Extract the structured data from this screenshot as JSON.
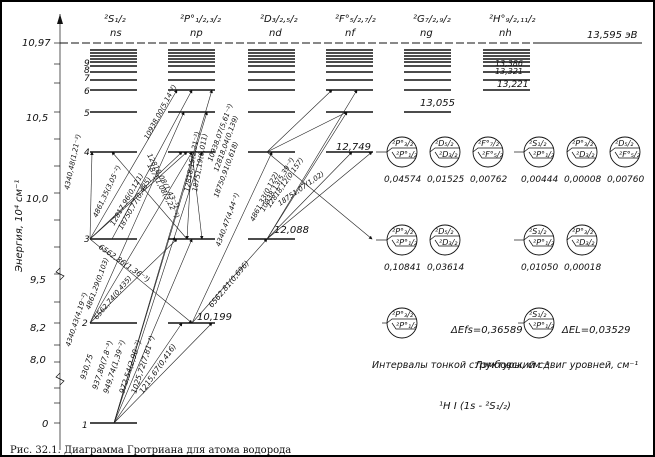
{
  "diagram": {
    "caption": "Рис. 32.1. Диаграмма Гротриана для атома водорода",
    "ionization": {
      "axis_label": "10,97",
      "value_label": "13,595 эВ"
    },
    "y_axis": {
      "label": "Энергия, 10⁴ см⁻¹",
      "ticks": [
        "10,97",
        "10,5",
        "10,0",
        "9,5",
        "8,2",
        "8,0",
        "0"
      ]
    },
    "series": [
      {
        "term": "²S₁/₂",
        "name": "ns"
      },
      {
        "term": "²P°₁/₂,₃/₂",
        "name": "np"
      },
      {
        "term": "²D₃/₂,₅/₂",
        "name": "nd"
      },
      {
        "term": "²F°₅/₂,₇/₂",
        "name": "nf"
      },
      {
        "term": "²G₇/₂,₉/₂",
        "name": "ng"
      },
      {
        "term": "²H°₉/₂,₁₁/₂",
        "name": "nh"
      }
    ],
    "level_numbers": [
      "1",
      "2",
      "3",
      "4",
      "5",
      "6",
      "7",
      "8",
      "9"
    ],
    "level_energies_eV": {
      "n2": "10,199",
      "n3": "12,088",
      "n4": "12,749",
      "n5": "13,055",
      "n6": "13,221",
      "n7": "13,321",
      "n8": "13,386"
    },
    "transitions": [
      "930,75",
      "937,80(7,8⁻³)",
      "949,74(1,39⁻²)",
      "972,54(2,90⁻²)",
      "1025,72(7,81⁻²)",
      "1215,67(0,416)",
      "6562,86(1,36⁻³)",
      "6562,74(0,435)",
      "6562,81(0,696)",
      "4861,29(0,103)",
      "4861,35(3,05⁻²)",
      "4861,33(0,122)",
      "4340,43(4,19⁻²)",
      "4340,47(4,44⁻²)",
      "4340,48(1,21⁻²)",
      "12817,96(0,121)",
      "18750,77(0,485)",
      "12818,08(1,43⁻³)",
      "18751,08(3,22⁻²)",
      "12818,15(2,21⁻²)",
      "18751,19(0,011)",
      "10938,07(5,61⁻²)",
      "12818,04(0,139)",
      "18750,91(0,618)",
      "10938,13(5,39⁻²)",
      "12818,12(0,157)",
      "18751,07(1,02)",
      "10938,00(5,14⁻²)"
    ],
    "fine_structure": {
      "title": "Интервалы тонкой структуры, см⁻¹",
      "n4": [
        {
          "upper": "²P°₃/₂",
          "lower": "²P°₁/₂",
          "value": "0,04574"
        },
        {
          "upper": "²D₅/₂",
          "lower": "²D₃/₂",
          "value": "0,01525"
        },
        {
          "upper": "²F°₇/₂",
          "lower": "²F°₅/₂",
          "value": "0,00762"
        }
      ],
      "n3": [
        {
          "upper": "²P°₃/₂",
          "lower": "²P°₁/₂",
          "value": "0,10841"
        },
        {
          "upper": "²D₅/₂",
          "lower": "²D₃/₂",
          "value": "0,03614"
        }
      ],
      "n2": {
        "upper": "²P°₃/₂",
        "lower": "²P°₁/₂",
        "label": "ΔEfs=0,36589"
      }
    },
    "lamb_shift": {
      "title": "Лэмбовский сдвиг уровней, см⁻¹",
      "n4": [
        {
          "upper": "²S₁/₂",
          "lower": "²P°₁/₂",
          "value": "0,00444"
        },
        {
          "upper": "²P°₃/₂",
          "lower": "²D₃/₂",
          "value": "0,00008"
        },
        {
          "upper": "²D₅/₂",
          "lower": "²F°₅/₂",
          "value": "0,00760"
        }
      ],
      "n3": [
        {
          "upper": "²S₁/₂",
          "lower": "²P°₁/₂",
          "value": "0,01050"
        },
        {
          "upper": "²P°₃/₂",
          "lower": "²D₃/₂",
          "value": "0,00018"
        }
      ],
      "n2": {
        "upper": "²S₁/₂",
        "lower": "²P°₁/₂",
        "label": "ΔEL=0,03529"
      }
    },
    "ground_state": "¹H I (1s - ²S₁/₂)"
  }
}
